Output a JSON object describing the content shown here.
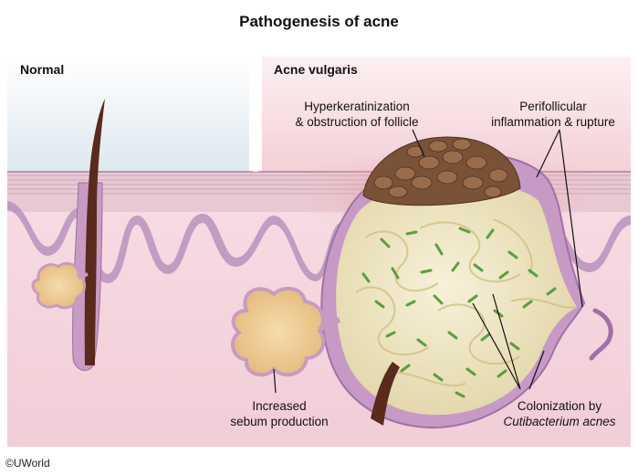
{
  "title": "Pathogenesis of acne",
  "panels": {
    "normal": "Normal",
    "acne": "Acne vulgaris"
  },
  "labels": {
    "hyperkeratinization_line1": "Hyperkeratinization",
    "hyperkeratinization_line2": "& obstruction of follicle",
    "perifollicular_line1": "Perifollicular",
    "perifollicular_line2": "inflammation & rupture",
    "sebum_line1": "Increased",
    "sebum_line2": "sebum production",
    "colonization_line1": "Colonization by",
    "colonization_line2": "Cutibacterium acnes"
  },
  "credit": "©UWorld",
  "colors": {
    "skin_pink": "#f3d3dc",
    "dermis_pink": "#f4cfd8",
    "epidermis_purple": "#b88ab8",
    "keratin_brown": "#6e4a32",
    "sebum_cream": "#efe6c4",
    "bacteria_green": "#6aa84f",
    "sky_normal": "#e6eef4",
    "sky_acne": "#f7dfe3"
  }
}
